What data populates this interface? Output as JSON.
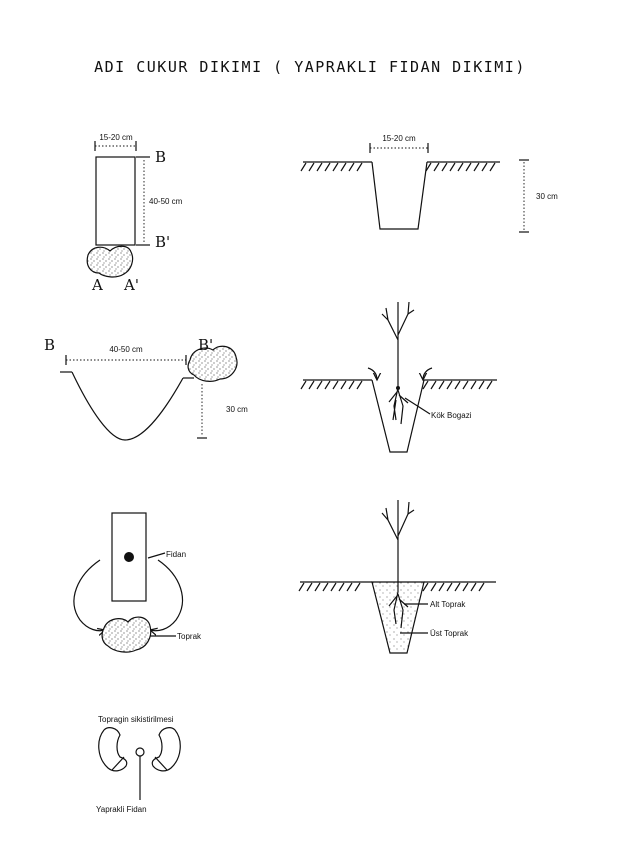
{
  "title": "ADI CUKUR DIKIMI ( YAPRAKLI FIDAN DIKIMI)",
  "panel_top_left": {
    "width_label": "15-20 cm",
    "length_label": "40-50 cm",
    "point_b": "B",
    "point_b_prime": "B'",
    "point_a": "A",
    "point_a_prime": "A'"
  },
  "panel_top_right": {
    "width_label": "15-20 cm",
    "depth_label": "30 cm"
  },
  "panel_mid_left": {
    "point_b": "B",
    "point_b_prime": "B'",
    "width_label": "40-50 cm",
    "depth_label": "30 cm"
  },
  "panel_mid_right": {
    "root_collar_label": "Kök Bogazi"
  },
  "panel_low_left": {
    "seedling_label": "Fidan",
    "soil_label": "Toprak"
  },
  "panel_low_right": {
    "subsoil_label": "Alt Toprak",
    "topsoil_label": "Üst Toprak"
  },
  "panel_bottom": {
    "compaction_label": "Topragin sikistirilmesi",
    "seedling_label": "Yaprakli Fidan"
  }
}
